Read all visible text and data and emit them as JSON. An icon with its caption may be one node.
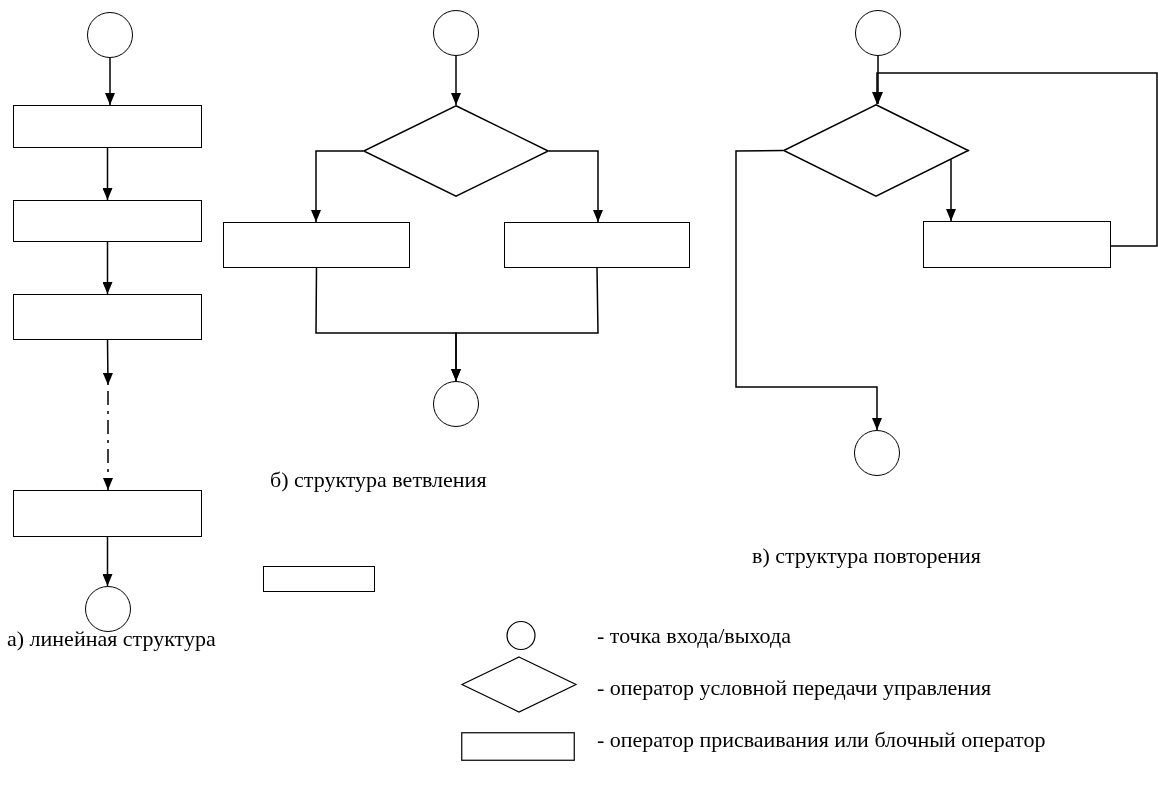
{
  "diagram": {
    "nodes": [
      {
        "text": [],
        "shape": "circle"
      },
      {
        "text": [],
        "shape": "box"
      },
      {
        "text": [],
        "shape": "box"
      },
      {
        "text": [],
        "shape": "box"
      },
      {
        "text": [],
        "shape": "box"
      },
      {
        "text": [],
        "shape": "circle"
      },
      {
        "text": [],
        "shape": "circle"
      },
      {
        "text": [],
        "shape": "diamond"
      },
      {
        "text": [],
        "shape": "box"
      },
      {
        "text": [],
        "shape": "box"
      },
      {
        "text": [],
        "shape": "circle"
      },
      {
        "text": [],
        "shape": "circle"
      },
      {
        "text": [],
        "shape": "diamond"
      },
      {
        "text": [],
        "shape": "box"
      },
      {
        "text": [],
        "shape": "circle"
      },
      {
        "text": [],
        "shape": "box"
      }
    ],
    "edges": [
      {
        "from": 0,
        "to": 1,
        "arrow": "to"
      },
      {
        "from": 1,
        "to": 2,
        "arrow": "to"
      },
      {
        "from": 2,
        "to": 3,
        "arrow": "to"
      },
      {
        "from": 3,
        "to": 4,
        "arrow": "to",
        "style": "dashed"
      },
      {
        "from": 4,
        "to": 5,
        "arrow": "to"
      },
      {
        "from": 6,
        "to": 7,
        "arrow": "to"
      },
      {
        "from": 7,
        "to": 8,
        "arrow": "to"
      },
      {
        "from": 7,
        "to": 9,
        "arrow": "to"
      },
      {
        "from": 8,
        "to": 10,
        "arrow": "to"
      },
      {
        "from": 9,
        "to": 10,
        "arrow": "to"
      },
      {
        "from": 11,
        "to": 12,
        "arrow": "to"
      },
      {
        "from": 12,
        "to": 13,
        "arrow": "to"
      },
      {
        "from": 13,
        "to": 12,
        "arrow": "to"
      },
      {
        "from": 12,
        "to": 14,
        "arrow": "to"
      }
    ],
    "labels": [
      "б) структура ветвления",
      "в) структура повторения",
      "а) линейная структура"
    ],
    "legend": [
      {
        "text": "- точка входа/выхода"
      },
      {
        "text": "- оператор условной передачи управления"
      },
      {
        "text": "- оператор присваивания или блочный оператор"
      }
    ]
  }
}
